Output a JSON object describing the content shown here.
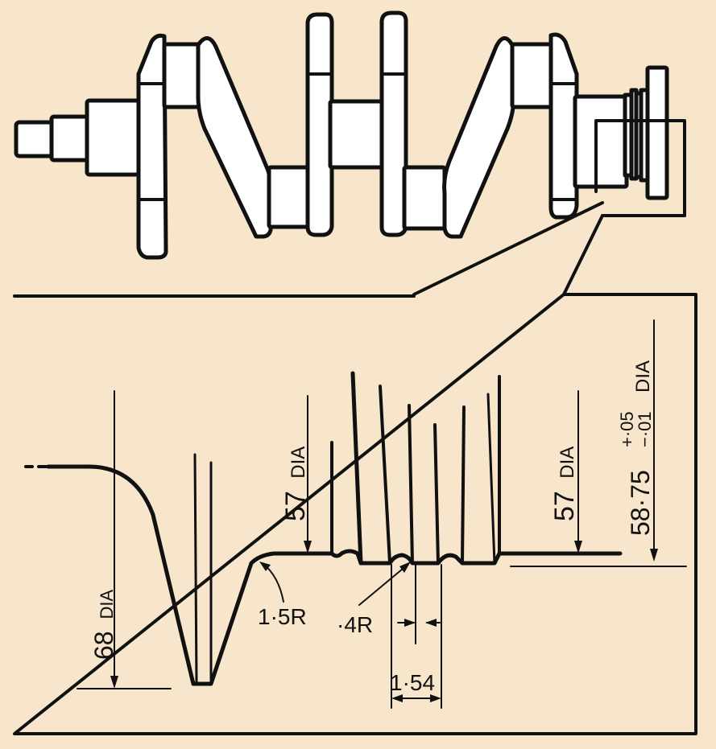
{
  "colors": {
    "background": "#f7e6cb",
    "part_fill": "#ffffff",
    "ink": "#111111"
  },
  "labels": {
    "dia68_num": "68",
    "dia68_unit": "DIA",
    "dia57_left_num": "57",
    "dia57_left_unit": "DIA",
    "dia57_right_num": "57",
    "dia57_right_unit": "DIA",
    "dia5875_num": "58·75",
    "dia5875_tol_plus": "+·05",
    "dia5875_tol_minus": "−·01",
    "dia5875_unit": "DIA",
    "radius_15": "1·5R",
    "radius_04": "·4R",
    "pitch_154": "1·54"
  }
}
